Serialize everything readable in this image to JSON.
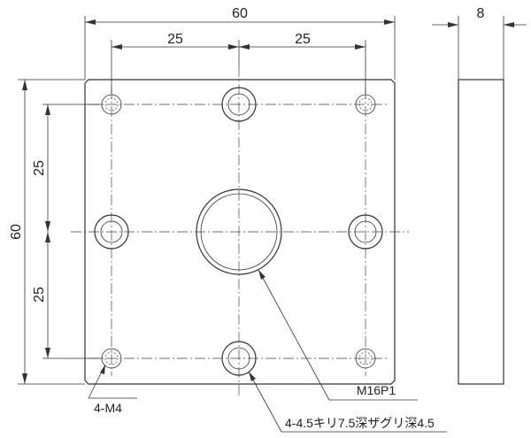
{
  "dimensions": {
    "overall_width": "60",
    "left_pitch": "25",
    "right_pitch": "25",
    "overall_height": "60",
    "upper_pitch": "25",
    "lower_pitch": "25",
    "thickness": "8"
  },
  "callouts": {
    "tapped_holes": "4-M4",
    "center_thread": "M16P1",
    "counterbored_holes": "4-4.5キリ7.5深ザグリ深4.5"
  }
}
